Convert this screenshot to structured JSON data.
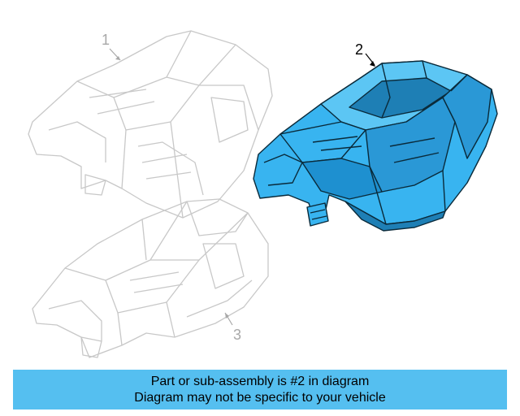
{
  "diagram": {
    "callouts": [
      {
        "id": "1",
        "label": "1",
        "highlighted": false
      },
      {
        "id": "2",
        "label": "2",
        "highlighted": true
      },
      {
        "id": "3",
        "label": "3",
        "highlighted": false
      }
    ],
    "colors": {
      "highlight_fill": "#38b4f0",
      "highlight_stroke": "#0a2a3a",
      "ghost_stroke": "#c8c8c8",
      "callout_ghost": "#a8a8a8",
      "callout_active": "#000000"
    }
  },
  "banner": {
    "line1": "Part or sub-assembly is #2 in diagram",
    "line2": "Diagram may not be specific to your vehicle",
    "background": "#55bff0"
  }
}
